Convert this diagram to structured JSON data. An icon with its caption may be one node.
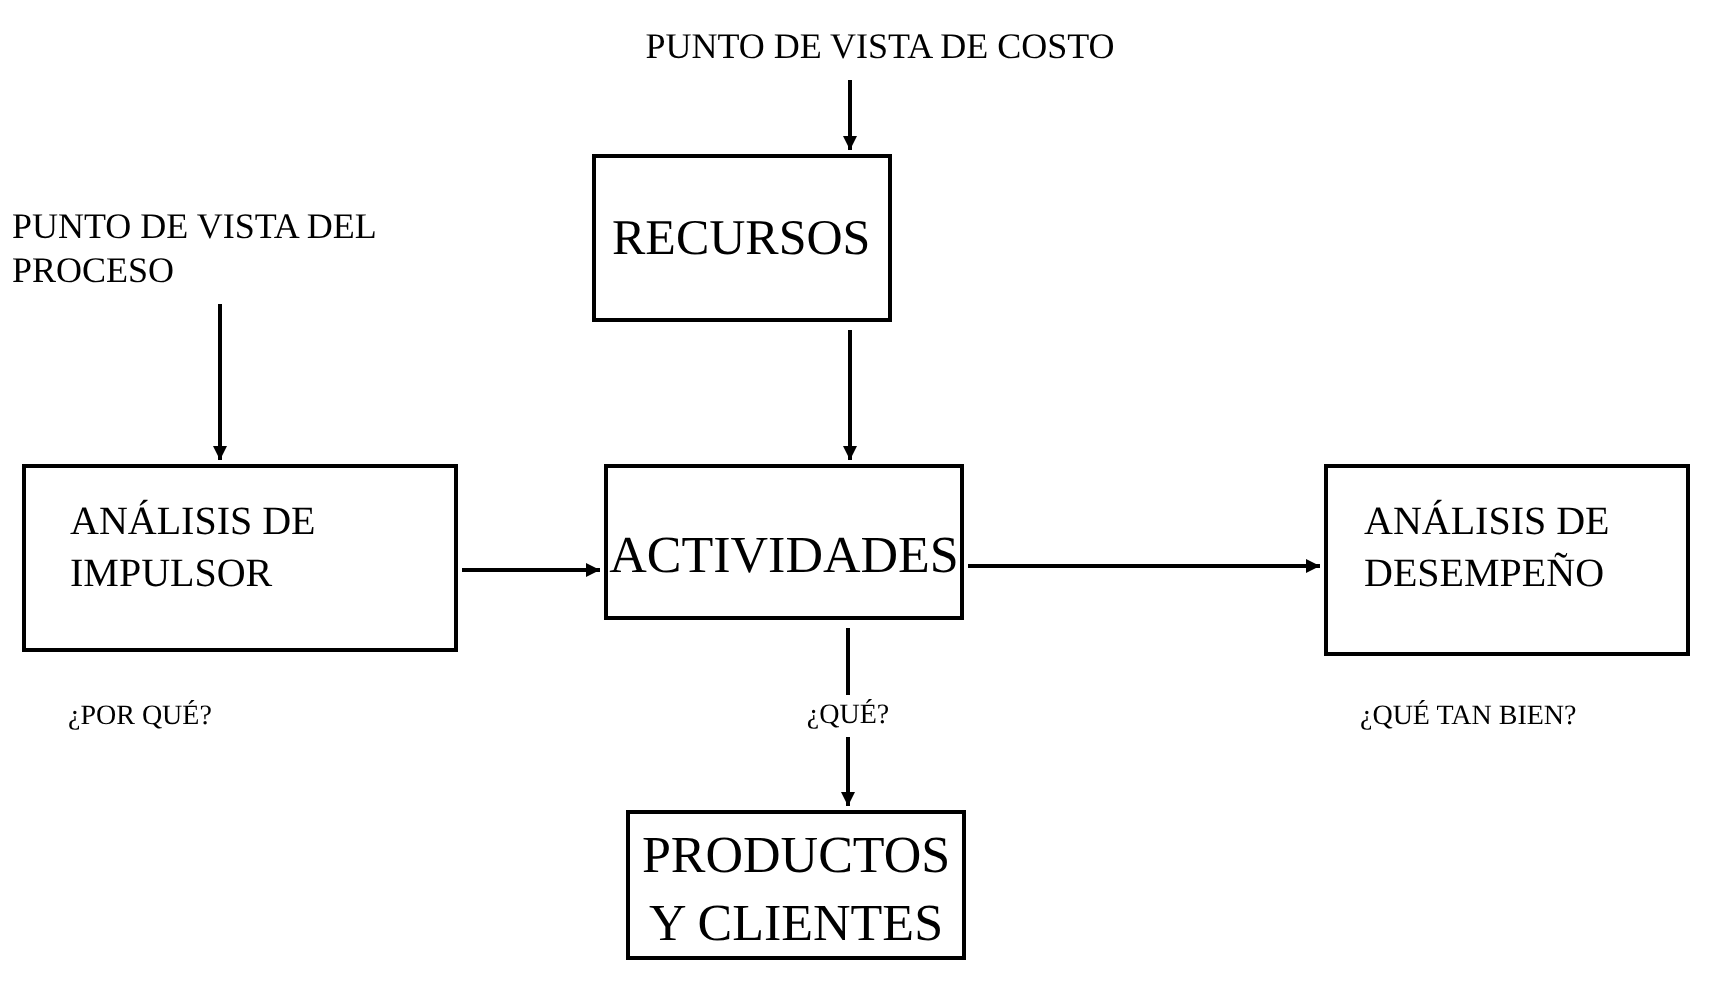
{
  "diagram": {
    "nodes": [
      {
        "text": [
          "PUNTO DE VISTA DE COSTO"
        ]
      },
      {
        "text": [
          "RECURSOS"
        ]
      },
      {
        "text": [
          "PUNTO DE VISTA DEL PROCESO"
        ]
      },
      {
        "text": [
          "ANÁLISIS DE IMPULSOR"
        ],
        "beside": [
          "¿POR QUÉ?"
        ]
      },
      {
        "text": [
          "ACTIVIDADES"
        ]
      },
      {
        "text": [
          "ANÁLISIS DE DESEMPEÑO"
        ],
        "beside": [
          "¿QUÉ TAN BIEN?"
        ]
      },
      {
        "text": [
          "PRODUCTOS Y CLIENTES"
        ]
      }
    ],
    "edges": [
      {
        "from": 0,
        "to": 1,
        "arrow": "to"
      },
      {
        "from": 1,
        "to": 4,
        "arrow": "to"
      },
      {
        "from": 2,
        "to": 3,
        "arrow": "to"
      },
      {
        "from": 3,
        "to": 4,
        "arrow": "to"
      },
      {
        "from": 4,
        "to": 5,
        "arrow": "to"
      },
      {
        "from": 4,
        "to": 6,
        "arrow": "to",
        "label": "¿QUÉ?"
      }
    ]
  }
}
